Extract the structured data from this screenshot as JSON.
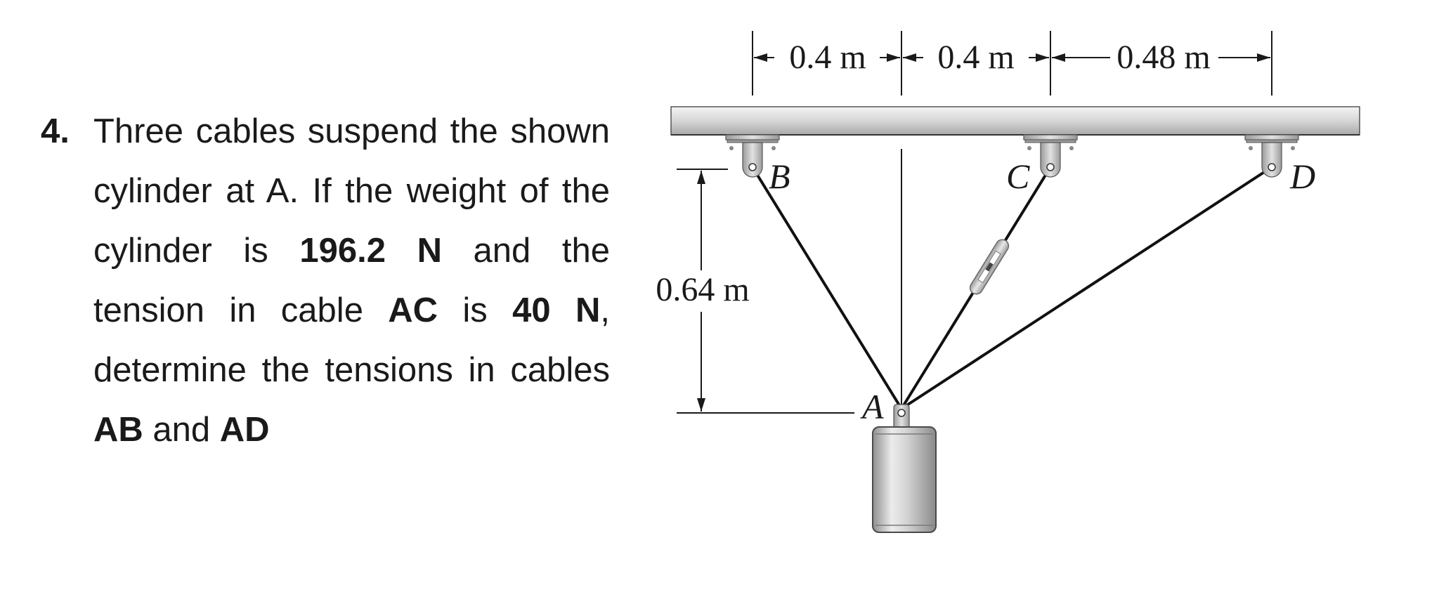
{
  "problem": {
    "number": "4.",
    "text_1": "Three cables suspend the shown cylinder at A. If the weight of the cylinder is ",
    "weight": "196.2 N",
    "text_2": " and the tension in cable ",
    "cable_ac": "AC",
    "text_3": " is ",
    "tension_ac": "40 N",
    "text_4": ", determine the tensions in cables ",
    "cable_ab": "AB",
    "text_5": " and ",
    "cable_ad": "AD"
  },
  "figure": {
    "dimensions": {
      "ab_span": "0.4 m",
      "bc_span": "0.4 m",
      "cd_span": "0.48 m",
      "height": "0.64 m"
    },
    "point_labels": {
      "a": "A",
      "b": "B",
      "c": "C",
      "d": "D"
    },
    "colors": {
      "ceiling": "#d0d0d0",
      "cylinder": "#bdbdbd",
      "cable": "#111111",
      "turnbuckle": "#b8b8b8"
    }
  }
}
